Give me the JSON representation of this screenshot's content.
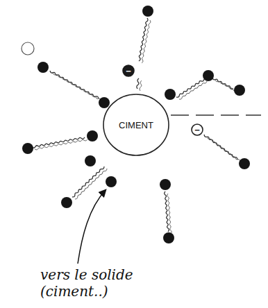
{
  "diagram": {
    "nodes": [
      {
        "text": [
          "CIMENT"
        ]
      },
      {
        "text": [
          "−"
        ]
      },
      {
        "text": [
          "−"
        ]
      }
    ],
    "labels": [
      "vers le solide (ciment..)"
    ]
  }
}
